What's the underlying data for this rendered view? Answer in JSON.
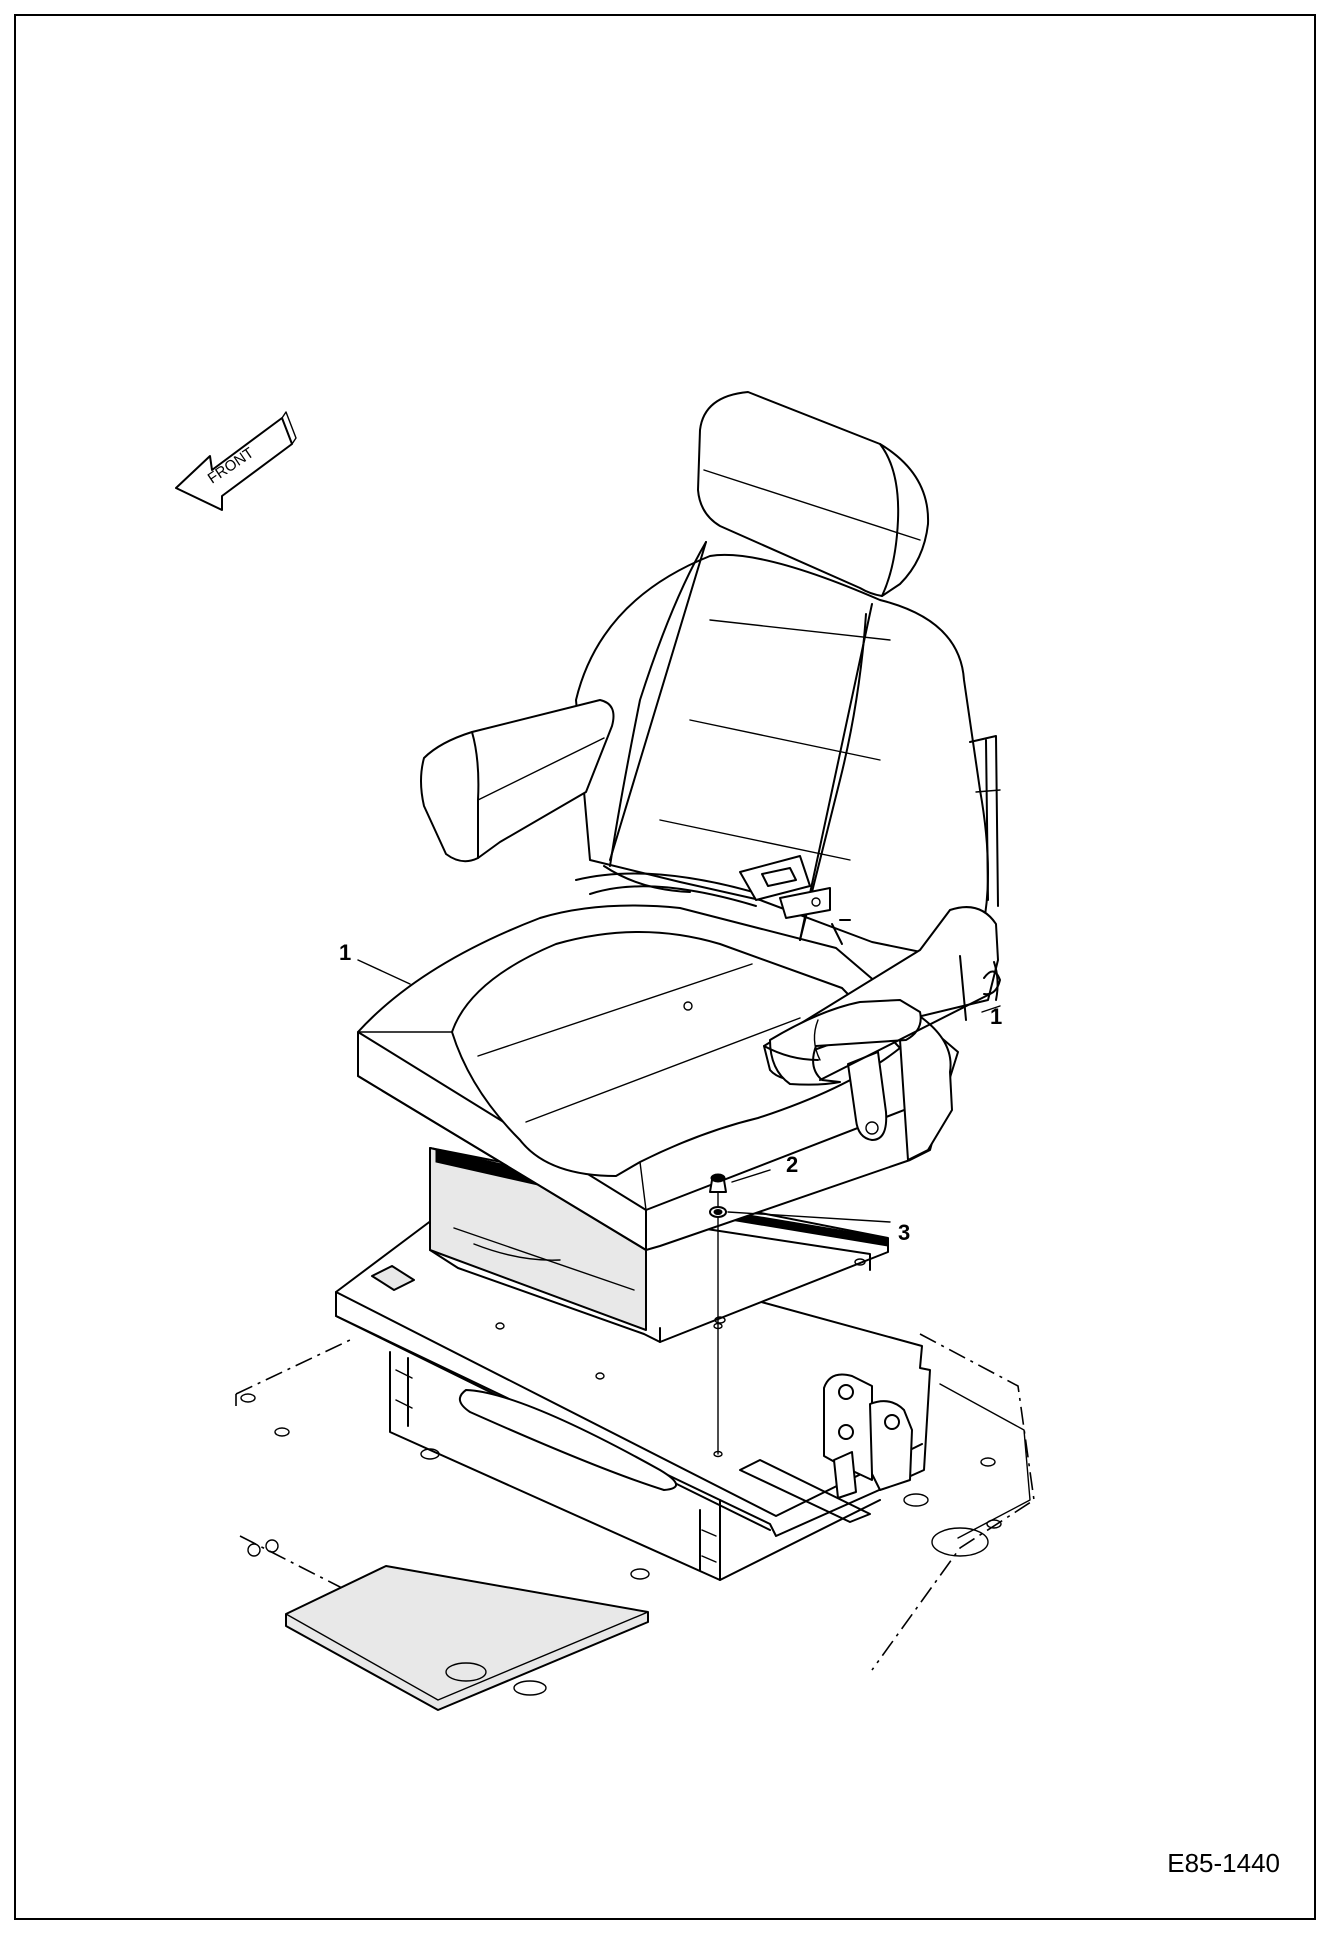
{
  "front_arrow": {
    "label": "FRONT",
    "icon": "arrow-left-icon"
  },
  "callouts": [
    {
      "id": "callout-1-left",
      "label": "1"
    },
    {
      "id": "callout-1-right",
      "label": "1"
    },
    {
      "id": "callout-2",
      "label": "2"
    },
    {
      "id": "callout-3",
      "label": "3"
    }
  ],
  "drawing_number": "E85-1440",
  "colors": {
    "line": "#000000",
    "background": "#ffffff"
  }
}
